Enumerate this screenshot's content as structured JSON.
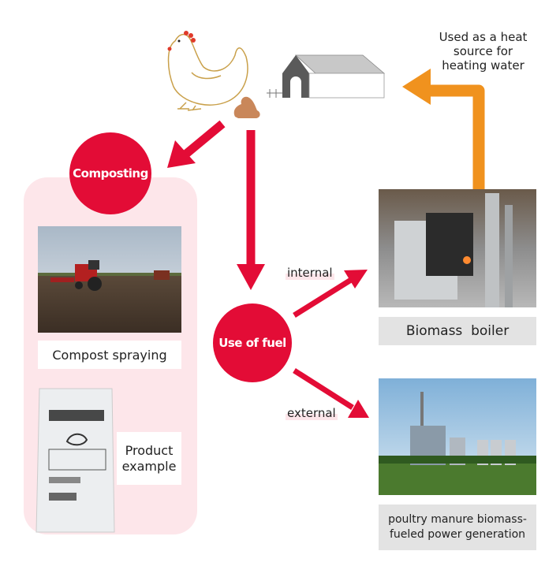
{
  "heat_note": {
    "line1": "Used as a heat",
    "line2": "source for",
    "line3": "heating water"
  },
  "composting": {
    "label": "Composting"
  },
  "use_of_fuel": {
    "label": "Use of fuel"
  },
  "compost_spraying": {
    "label": "Compost spraying"
  },
  "product_example": {
    "line1": "Product",
    "line2": "example"
  },
  "internal": {
    "label": "internal"
  },
  "external": {
    "label": "external"
  },
  "biomass_boiler": {
    "label": "Biomass  boiler"
  },
  "power_generation": {
    "line1": "poultry manure biomass-",
    "line2": "fueled power generation"
  },
  "colors": {
    "red": "#e30c36",
    "orange": "#f0921e",
    "pink_panel": "#fde6ea",
    "grey_label": "#e3e3e3"
  }
}
